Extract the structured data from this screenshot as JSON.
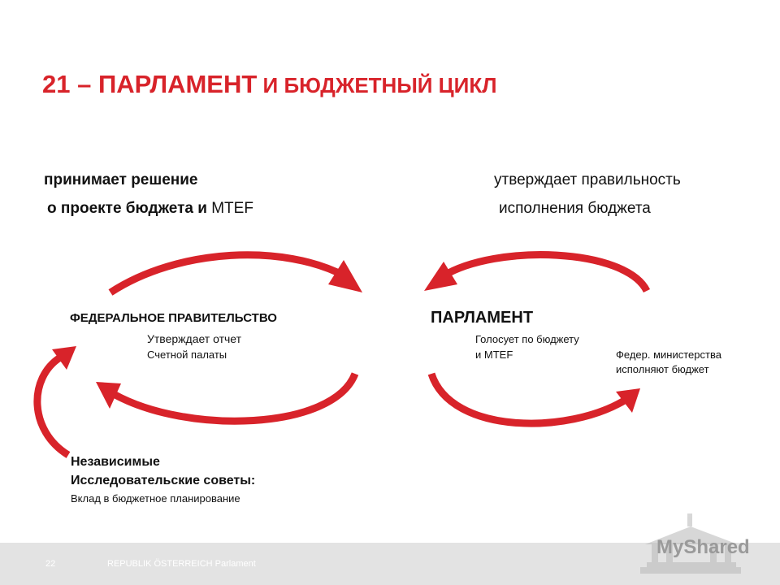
{
  "title": {
    "part1": "21 – ПАРЛАМЕНТ",
    "part2": " И БЮДЖЕТНЫЙ ЦИКЛ"
  },
  "top_left": {
    "line1": "принимает решение",
    "line2_bold": "о проекте бюджета и ",
    "line2_norm": "MTEF"
  },
  "top_right": {
    "line1": "утверждает правильность",
    "line2": "исполнения бюджета"
  },
  "gov_node": {
    "heading": "ФЕДЕРАЛЬНОЕ ПРАВИТЕЛЬСТВО",
    "line1": "Утверждает отчет",
    "line2": "Счетной палаты"
  },
  "parl_node": {
    "heading": "ПАРЛАМЕНТ",
    "line1": "Голосует по бюджету",
    "line2": "и MTEF"
  },
  "ministries": {
    "line1": "Федер. министерства",
    "line2": "исполняют бюджет"
  },
  "councils": {
    "line1": "Независимые",
    "line2": "Исследовательские советы:",
    "line3": "Вклад в бюджетное планирование"
  },
  "footer": {
    "page": "22",
    "org": "REPUBLIK ÖSTERREICH  Parlament"
  },
  "watermark": "MyShared",
  "colors": {
    "accent": "#d8232a",
    "footer_bg": "#e3e3e3"
  }
}
